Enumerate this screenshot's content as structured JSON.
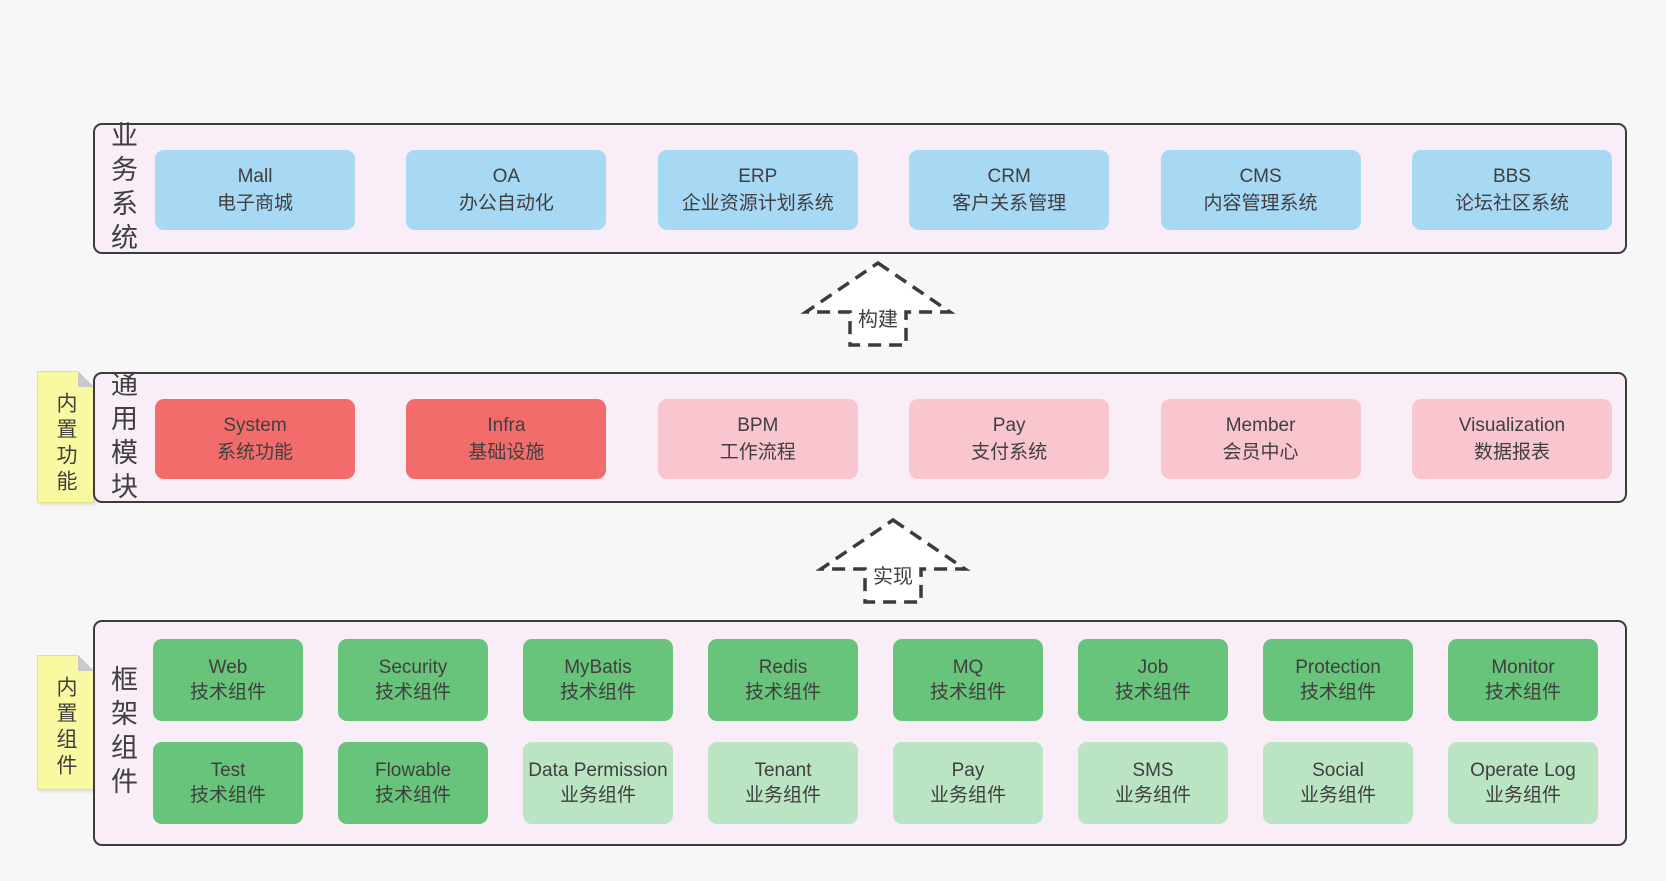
{
  "business": {
    "label": "业务系统",
    "boxes": [
      {
        "name": "Mall",
        "desc": "电子商城"
      },
      {
        "name": "OA",
        "desc": "办公自动化"
      },
      {
        "name": "ERP",
        "desc": "企业资源计划系统"
      },
      {
        "name": "CRM",
        "desc": "客户关系管理"
      },
      {
        "name": "CMS",
        "desc": "内容管理系统"
      },
      {
        "name": "BBS",
        "desc": "论坛社区系统"
      }
    ]
  },
  "arrows": {
    "build": "构建",
    "implement": "实现"
  },
  "common": {
    "note": "内置功能",
    "label": "通用模块",
    "boxes": [
      {
        "name": "System",
        "desc": "系统功能",
        "color": "red"
      },
      {
        "name": "Infra",
        "desc": "基础设施",
        "color": "red"
      },
      {
        "name": "BPM",
        "desc": "工作流程",
        "color": "pink"
      },
      {
        "name": "Pay",
        "desc": "支付系统",
        "color": "pink"
      },
      {
        "name": "Member",
        "desc": "会员中心",
        "color": "pink"
      },
      {
        "name": "Visualization",
        "desc": "数据报表",
        "color": "pink"
      }
    ]
  },
  "framework": {
    "note": "内置组件",
    "label": "框架组件",
    "row1": [
      {
        "name": "Web",
        "desc": "技术组件",
        "color": "green"
      },
      {
        "name": "Security",
        "desc": "技术组件",
        "color": "green"
      },
      {
        "name": "MyBatis",
        "desc": "技术组件",
        "color": "green"
      },
      {
        "name": "Redis",
        "desc": "技术组件",
        "color": "green"
      },
      {
        "name": "MQ",
        "desc": "技术组件",
        "color": "green"
      },
      {
        "name": "Job",
        "desc": "技术组件",
        "color": "green"
      },
      {
        "name": "Protection",
        "desc": "技术组件",
        "color": "green"
      },
      {
        "name": "Monitor",
        "desc": "技术组件",
        "color": "green"
      }
    ],
    "row2": [
      {
        "name": "Test",
        "desc": "技术组件",
        "color": "green"
      },
      {
        "name": "Flowable",
        "desc": "技术组件",
        "color": "green"
      },
      {
        "name": "Data Permission",
        "desc": "业务组件",
        "color": "green-light"
      },
      {
        "name": "Tenant",
        "desc": "业务组件",
        "color": "green-light"
      },
      {
        "name": "Pay",
        "desc": "业务组件",
        "color": "green-light"
      },
      {
        "name": "SMS",
        "desc": "业务组件",
        "color": "green-light"
      },
      {
        "name": "Social",
        "desc": "业务组件",
        "color": "green-light"
      },
      {
        "name": "Operate Log",
        "desc": "业务组件",
        "color": "green-light"
      }
    ]
  },
  "colors": {
    "page_background": "#f7f7f7",
    "panel_background": "#f9eef7",
    "panel_border": "#3b3b3b",
    "blue": "#a7d8f4",
    "red": "#f26c6c",
    "pink": "#f9c6d0",
    "green": "#68c47a",
    "green_light": "#bae4c2",
    "note_yellow": "#f9f9a1",
    "text": "#3f3f3f"
  }
}
